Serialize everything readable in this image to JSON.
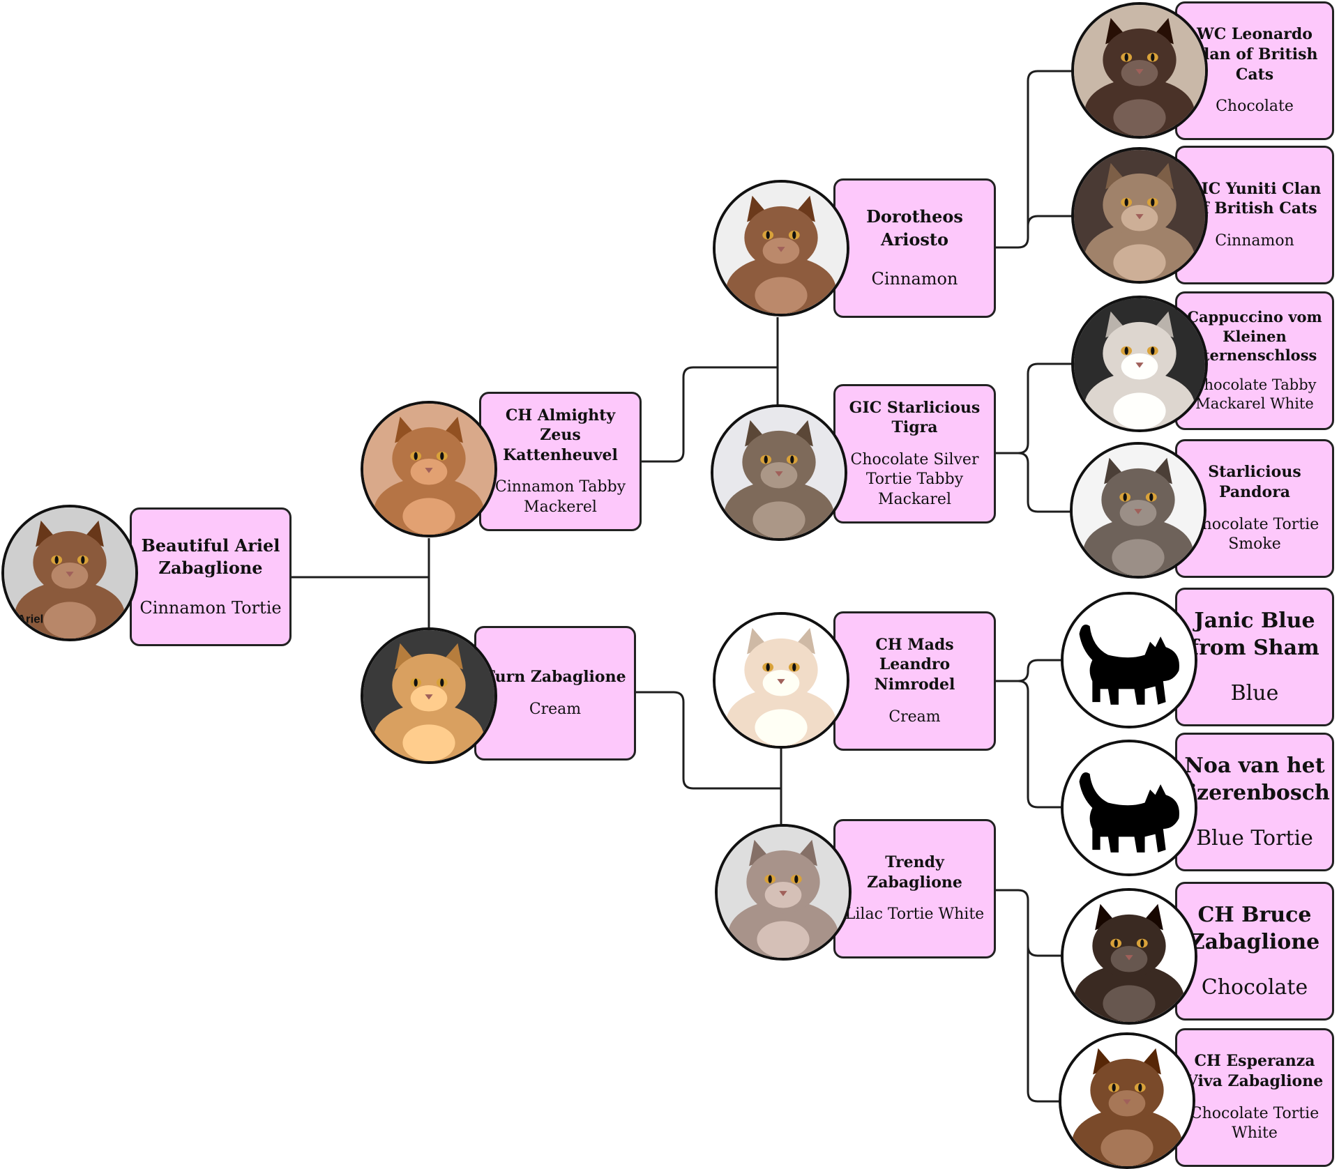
{
  "cats": [
    {
      "id": "ariel",
      "name": "Beautiful Ariel Zabaglione",
      "color": "Cinnamon Tortie",
      "photo_caption": "Ariel",
      "fur": "#8b5a3c",
      "bg": "#cfcfcf"
    },
    {
      "id": "zeus",
      "name": "CH Almighty Zeus Kattenheuvel",
      "color": "Cinnamon Tabby Mackerel",
      "fur": "#b57445",
      "bg": "#d9a98a"
    },
    {
      "id": "furn",
      "name": "Furn Zabaglione",
      "color": "Cream",
      "fur": "#d9a060",
      "bg": "#3a3a3a"
    },
    {
      "id": "dorotheos",
      "name": "Dorotheos Ariosto",
      "color": "Cinnamon",
      "fur": "#8e5c3e",
      "bg": "#efefef"
    },
    {
      "id": "tigra",
      "name": "GIC Starlicious Tigra",
      "color": "Chocolate Silver Tortie Tabby Mackarel",
      "fur": "#7e6a5a",
      "bg": "#e8e8ec"
    },
    {
      "id": "mads",
      "name": "CH Mads Leandro Nimrodel",
      "color": "Cream",
      "fur": "#f1dcc8",
      "bg": "#ffffff"
    },
    {
      "id": "trendy",
      "name": "Trendy Zabaglione",
      "color": "Lilac Tortie White",
      "fur": "#a8938a",
      "bg": "#dedede"
    },
    {
      "id": "leonardo",
      "name": "WC Leonardo Clan of British Cats",
      "color": "Chocolate",
      "fur": "#4a3228",
      "bg": "#c9b8a8"
    },
    {
      "id": "yuniti",
      "name": "GIC Yuniti Clan of British Cats",
      "color": "Cinnamon",
      "fur": "#a0826a",
      "bg": "#4a3a34"
    },
    {
      "id": "cappuccino",
      "name": "Cappuccino vom Kleinen Sternenschloss",
      "color": "Chocolate Tabby Mackarel White",
      "fur": "#ddd6cf",
      "bg": "#2c2c2c"
    },
    {
      "id": "pandora",
      "name": "Starlicious Pandora",
      "color": "Chocolate Tortie Smoke",
      "fur": "#6e625a",
      "bg": "#f4f4f4"
    },
    {
      "id": "janic",
      "name": "Janic Blue from Sham",
      "color": "Blue",
      "fur": "#000000",
      "bg": "#ffffff",
      "silhouette": true
    },
    {
      "id": "noa",
      "name": "Noa van het Ijzerenbosch",
      "color": "Blue Tortie",
      "fur": "#000000",
      "bg": "#ffffff",
      "silhouette": true
    },
    {
      "id": "bruce",
      "name": "CH Bruce Zabaglione",
      "color": "Chocolate",
      "fur": "#3a2a22",
      "bg": "#ffffff"
    },
    {
      "id": "esperanza",
      "name": "CH Esperanza Viva Zabaglione",
      "color": "Chocolate Tortie White",
      "fur": "#7a4a2a",
      "bg": "#ffffff"
    }
  ]
}
